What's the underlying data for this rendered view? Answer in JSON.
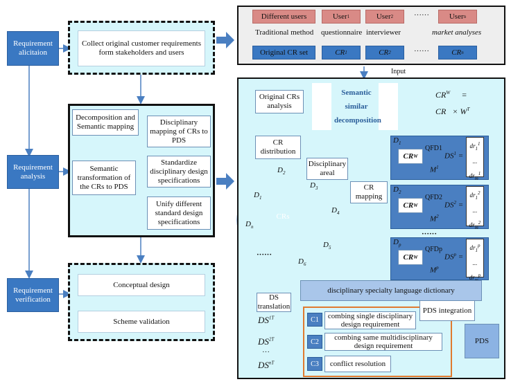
{
  "left": {
    "elicitation": "Requirement alicitaion",
    "analysis": "Requirement analysis",
    "verification": "Requirement verification"
  },
  "collect": "Collect original customer requirements form stakeholders and users",
  "analysis_panel": {
    "decomposition": "Decomposition and Semantic mapping",
    "semantic_transformation": "Semantic transformation of the CRs to PDS",
    "disciplinary_mapping": "Disciplinary mapping of CRs to PDS",
    "standardize": "Standardize disciplinary design specifications",
    "unify": "Unify different standard design specifications"
  },
  "verification_panel": {
    "conceptual": "Conceptual design",
    "scheme": "Scheme validation"
  },
  "top_panel": {
    "different_users": "Different users",
    "user1": "User",
    "user1_sub": "1",
    "user2": "User",
    "user2_sub": "2",
    "dots1": "······",
    "usern": "User",
    "usern_sub": "n",
    "traditional": "Traditional method",
    "questionnaire": "questionnaire",
    "interviewer": "interviewer",
    "market": "market analyses",
    "original_cr_set": "Original CR set",
    "cr1": "CR",
    "cr1_sub": "1",
    "cr2": "CR",
    "cr2_sub": "2",
    "dots2": "······",
    "crn": "CR",
    "crn_sub": "n"
  },
  "input_label": "Input",
  "main": {
    "original_crs": "Original CRs analysis",
    "semantic": "Semantic similar decomposition",
    "cr_distribution": "CR distribution",
    "disciplinary_areal": "Disciplinary areal",
    "cr_mapping": "CR mapping",
    "crs_center": "CRs",
    "ring_dots": "······",
    "ring_labels": [
      {
        "t": "D",
        "s": "2"
      },
      {
        "t": "D",
        "s": "3"
      },
      {
        "t": "D",
        "s": "4"
      },
      {
        "t": "D",
        "s": "5"
      },
      {
        "t": "D",
        "s": "6"
      },
      {
        "t": "D",
        "s": "n"
      },
      {
        "t": "D",
        "s": "1"
      }
    ],
    "eq_cr": "CR",
    "eq_w": "W",
    "eq_eq": "=",
    "eq_cr2": "CR",
    "eq_times": "× W",
    "eq_t": "T",
    "qfd_blocks": [
      {
        "d": "D",
        "ds": "1",
        "qfd": "QFD1",
        "cr": "CR",
        "w": "W",
        "m": "M",
        "ms": "1",
        "ds_lbl": "DS",
        "ds_sup": "1",
        "r1": "dr",
        "r1s": "1",
        "r1p": "1",
        "r2": "...",
        "r3": "dr",
        "r3s": "m",
        "r3p": "1"
      },
      {
        "d": "D",
        "ds": "2",
        "qfd": "QFD2",
        "cr": "CR",
        "w": "W",
        "m": "M",
        "ms": "2",
        "ds_lbl": "DS",
        "ds_sup": "2",
        "r1": "dr",
        "r1s": "1",
        "r1p": "2",
        "r2": "...",
        "r3": "dr",
        "r3s": "m",
        "r3p": "2"
      },
      {
        "d": "D",
        "ds": "p",
        "qfd": "QFDp",
        "cr": "CR",
        "w": "W",
        "m": "M",
        "ms": "p",
        "ds_lbl": "DS",
        "ds_sup": "p",
        "r1": "dr",
        "r1s": "1",
        "r1p": "p",
        "r2": "...",
        "r3": "dr",
        "r3s": "m",
        "r3p": "p"
      }
    ],
    "qfd_dots": "······",
    "dictionary": "disciplinary specialty language dictionary",
    "ds_translation": "DS translation",
    "pds_integration": "PDS integration",
    "ds_list": [
      {
        "t": "DS",
        "s": "1T"
      },
      {
        "t": "DS",
        "s": "2T"
      },
      {
        "t": "···",
        "s": ""
      },
      {
        "t": "DS",
        "s": "nT"
      }
    ],
    "c_items": [
      {
        "id": "C1",
        "text": "combing single disciplinary design requirement"
      },
      {
        "id": "C2",
        "text": "combing same multidisciplinary design requirement"
      },
      {
        "id": "C3",
        "text": "conflict resolution"
      }
    ],
    "pds": "PDS"
  },
  "colors": {
    "blue": "#3a78c2",
    "cyan": "#d6f6fb",
    "pink": "#d98a86",
    "orange": "#e07a2e"
  }
}
